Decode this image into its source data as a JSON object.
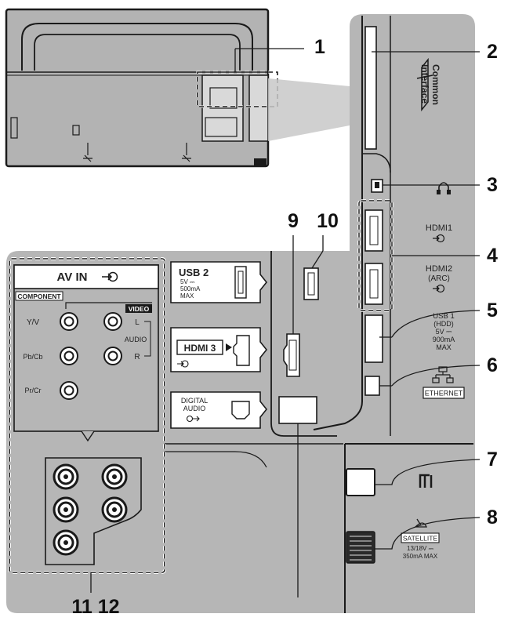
{
  "colors": {
    "panel": "#b7b7b7",
    "panel_dark": "#a9a9a9",
    "line": "#1a1a1a",
    "white": "#ffffff"
  },
  "callouts": {
    "c1": "1",
    "c2": "2",
    "c3": "3",
    "c4": "4",
    "c5": "5",
    "c6": "6",
    "c7": "7",
    "c8": "8",
    "c9": "9",
    "c10": "10",
    "c11_12": "11 12"
  },
  "common_interface": {
    "line1": "Common",
    "line2": "Interface"
  },
  "hdmi1": {
    "label": "HDMI1"
  },
  "hdmi2": {
    "line1": "HDMI2",
    "line2": "(ARC)"
  },
  "usb1": {
    "line1": "USB 1",
    "line2": "(HDD)",
    "line3": "5V ⎓",
    "line4": "900mA",
    "line5": "MAX"
  },
  "ethernet": {
    "label": "ETHERNET"
  },
  "satellite": {
    "label": "SATELLITE",
    "line2": "13/18V ⎓",
    "line3": "350mA MAX"
  },
  "usb2": {
    "line1": "USB 2",
    "line2": "5V ⎓",
    "line3": "500mA",
    "line4": "MAX"
  },
  "hdmi3": {
    "label": "HDMI 3"
  },
  "digital_audio": {
    "line1": "DIGITAL",
    "line2": "AUDIO"
  },
  "av_in": {
    "title": "AV IN",
    "component": "COMPONENT",
    "video": "VIDEO",
    "y_v": "Y/V",
    "pb_cb": "Pb/Cb",
    "pr_cr": "Pr/Cr",
    "l": "L",
    "audio": "AUDIO",
    "r": "R"
  },
  "icons": {
    "input": "input-arrow-icon",
    "headphone": "headphone-icon",
    "antenna": "antenna-icon",
    "network": "network-icon",
    "satellite": "satellite-dish-icon"
  }
}
